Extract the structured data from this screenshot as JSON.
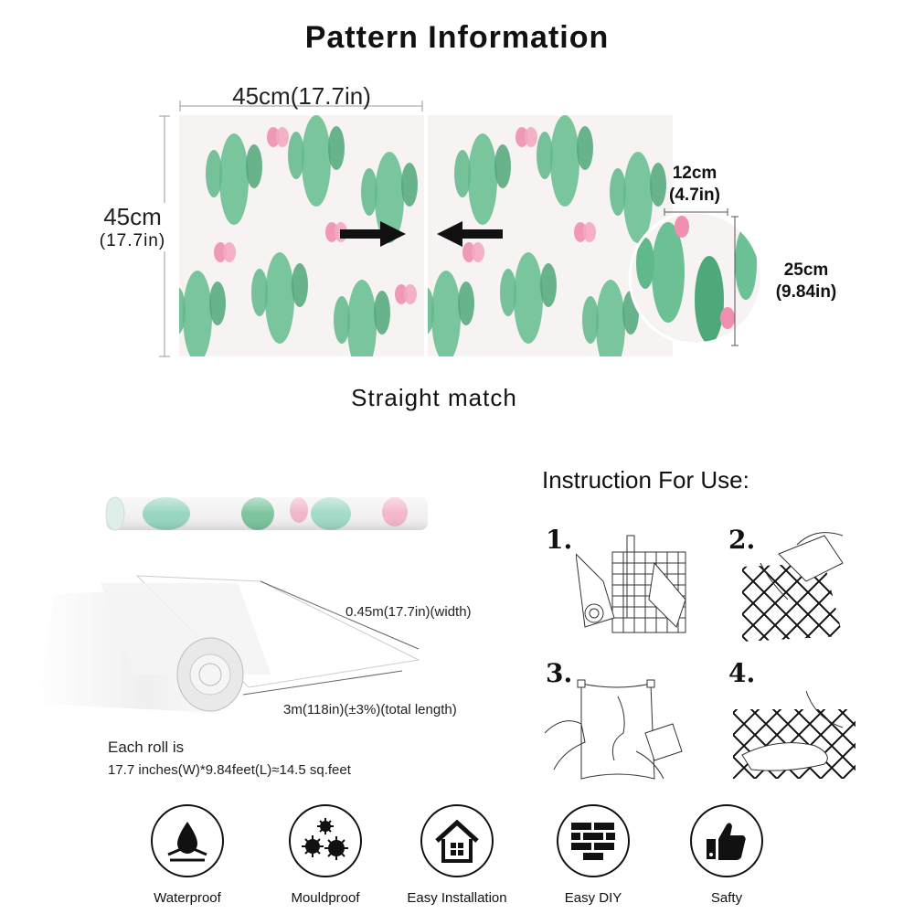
{
  "title": "Pattern Information",
  "pattern": {
    "width_label": "45cm(17.7in)",
    "height_label_cm": "45cm",
    "height_label_in": "(17.7in)",
    "repeat_w_cm": "12cm",
    "repeat_w_in": "(4.7in)",
    "repeat_h_cm": "25cm",
    "repeat_h_in": "(9.84in)",
    "match_type": "Straight match"
  },
  "roll": {
    "width_label": "0.45m(17.7in)(width)",
    "length_label": "3m(118in)(±3%)(total length)",
    "each_roll_line1": "Each roll is",
    "each_roll_line2": "17.7 inches(W)*9.84feet(L)≈14.5 sq.feet"
  },
  "instructions": {
    "title": "Instruction For Use:",
    "steps": [
      "1.",
      "2.",
      "3.",
      "4."
    ]
  },
  "features": [
    {
      "label": "Waterproof",
      "icon": "water-drop-icon"
    },
    {
      "label": "Mouldproof",
      "icon": "mould-icon"
    },
    {
      "label": "Easy Installation",
      "icon": "house-icon"
    },
    {
      "label": "Easy DIY",
      "icon": "brick-wall-icon"
    },
    {
      "label": "Safty",
      "icon": "thumbs-up-icon"
    }
  ],
  "colors": {
    "cactus_green": "#5fb98a",
    "cactus_dark": "#3f9b6c",
    "flower_pink": "#f08fb0",
    "paper": "#f6f3f2"
  }
}
